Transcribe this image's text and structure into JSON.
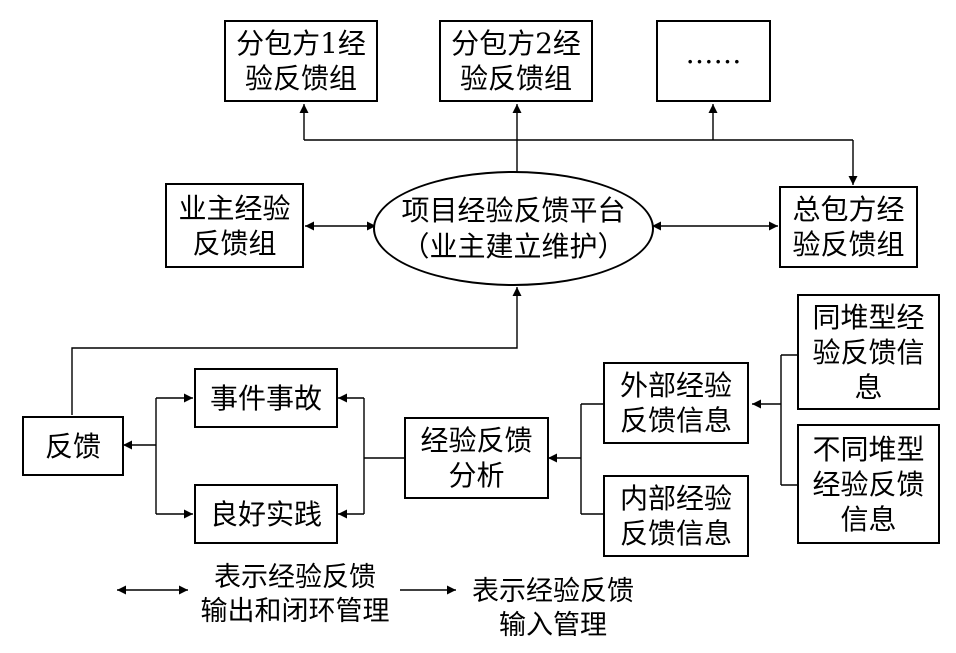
{
  "nodes": {
    "sub1": [
      "分包方1经",
      "验反馈组"
    ],
    "sub2": [
      "分包方2经",
      "验反馈组"
    ],
    "more": [
      "……"
    ],
    "owner": [
      "业主经验",
      "反馈组"
    ],
    "platform": [
      "项目经验反馈平台",
      "（业主建立维护）"
    ],
    "gc": [
      "总包方经",
      "验反馈组"
    ],
    "same_type": [
      "同堆型经",
      "验反馈信",
      "息"
    ],
    "diff_type": [
      "不同堆型",
      "经验反馈",
      "信息"
    ],
    "external": [
      "外部经验",
      "反馈信息"
    ],
    "internal": [
      "内部经验",
      "反馈信息"
    ],
    "analysis": [
      "经验反馈",
      "分析"
    ],
    "events": [
      "事件事故"
    ],
    "practice": [
      "良好实践"
    ],
    "feedback": [
      "反馈"
    ]
  },
  "legend": {
    "two_way": [
      "表示经验反馈",
      "输出和闭环管理"
    ],
    "one_way": [
      "表示经验反馈",
      "输入管理"
    ]
  }
}
